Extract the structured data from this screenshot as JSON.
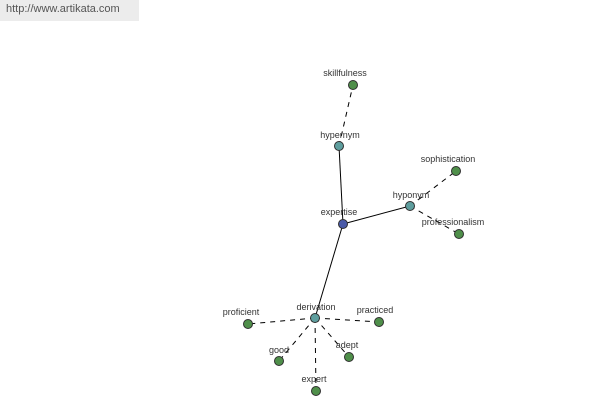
{
  "site_url": "http://www.artikata.com",
  "colors": {
    "center_node": "#4a5aa8",
    "relation_node": "#5e9e9e",
    "word_node": "#4f8f4a",
    "edge": "#000000"
  },
  "graph": {
    "center": "expertise",
    "relations": [
      {
        "id": "hypernym",
        "label": "hypernym",
        "words": [
          "skillfulness"
        ]
      },
      {
        "id": "hyponym",
        "label": "hyponym",
        "words": [
          "sophistication",
          "professionalism"
        ]
      },
      {
        "id": "derivation",
        "label": "derivation",
        "words": [
          "proficient",
          "practiced",
          "good",
          "adept",
          "expert"
        ]
      }
    ]
  }
}
